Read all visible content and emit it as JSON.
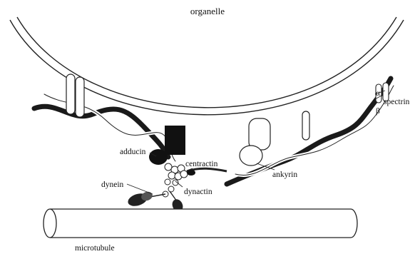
{
  "diagram": {
    "title": "organelle",
    "labels": {
      "alpha": "α",
      "spectrin": "spectrin",
      "beta": "β",
      "adducin": "adducin",
      "centractin": "centractin",
      "ankyrin": "ankyrin",
      "dynein": "dynein",
      "dynactin": "dynactin",
      "microtubule": "microtubule"
    }
  }
}
